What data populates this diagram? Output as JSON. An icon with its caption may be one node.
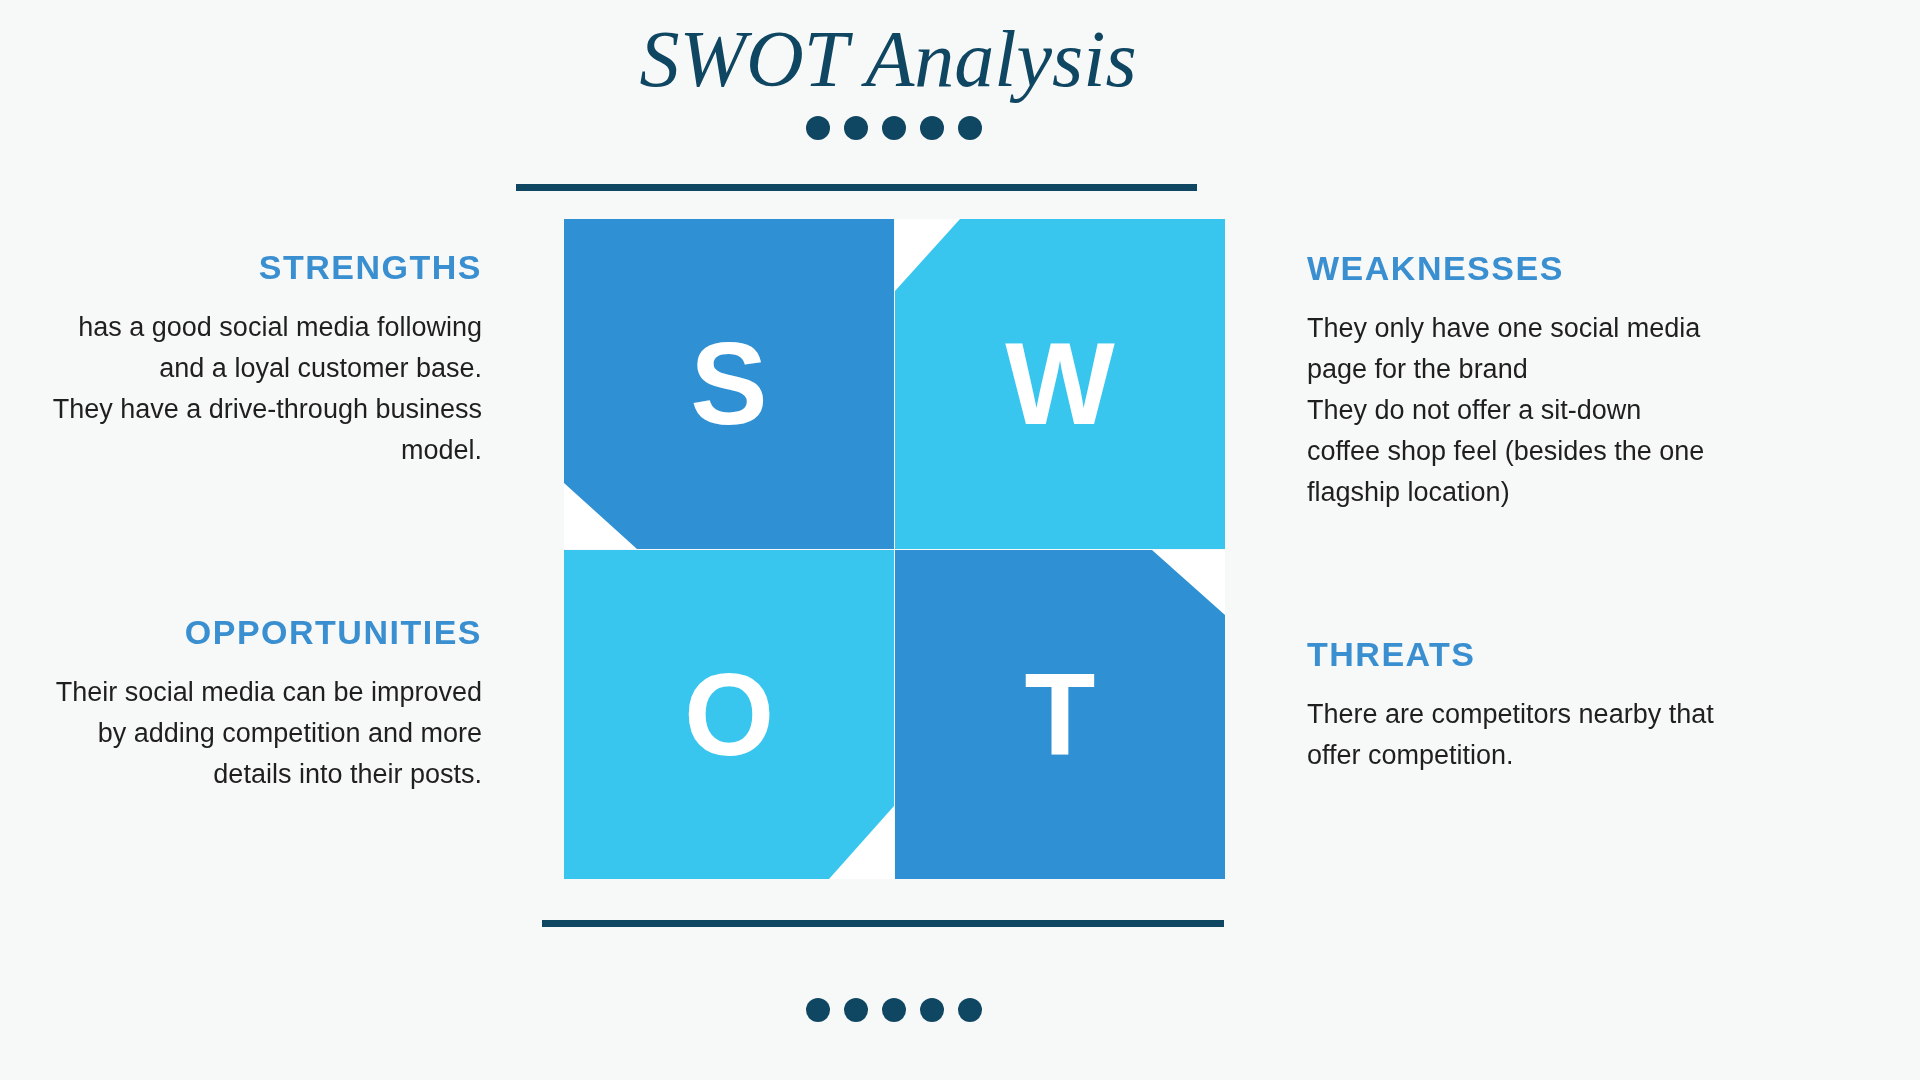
{
  "diagram": {
    "title": "SWOT Analysis",
    "nodes": [
      {
        "text": [
          "S"
        ],
        "beside": [
          "STRENGTHS",
          "has a good social media following and a loyal customer base.",
          "They have a drive-through business model."
        ]
      },
      {
        "text": [
          "W"
        ],
        "beside": [
          "WEAKNESSES",
          "They only have one social media page for the brand",
          "They do not offer a sit-down coffee shop feel (besides the one flagship location)"
        ]
      },
      {
        "text": [
          "O"
        ],
        "beside": [
          "OPPORTUNITIES",
          "Their social media can be improved by adding competition and more details into their posts."
        ]
      },
      {
        "text": [
          "T"
        ],
        "beside": [
          "THREATS",
          "There are competitors nearby that offer competition."
        ]
      }
    ]
  }
}
